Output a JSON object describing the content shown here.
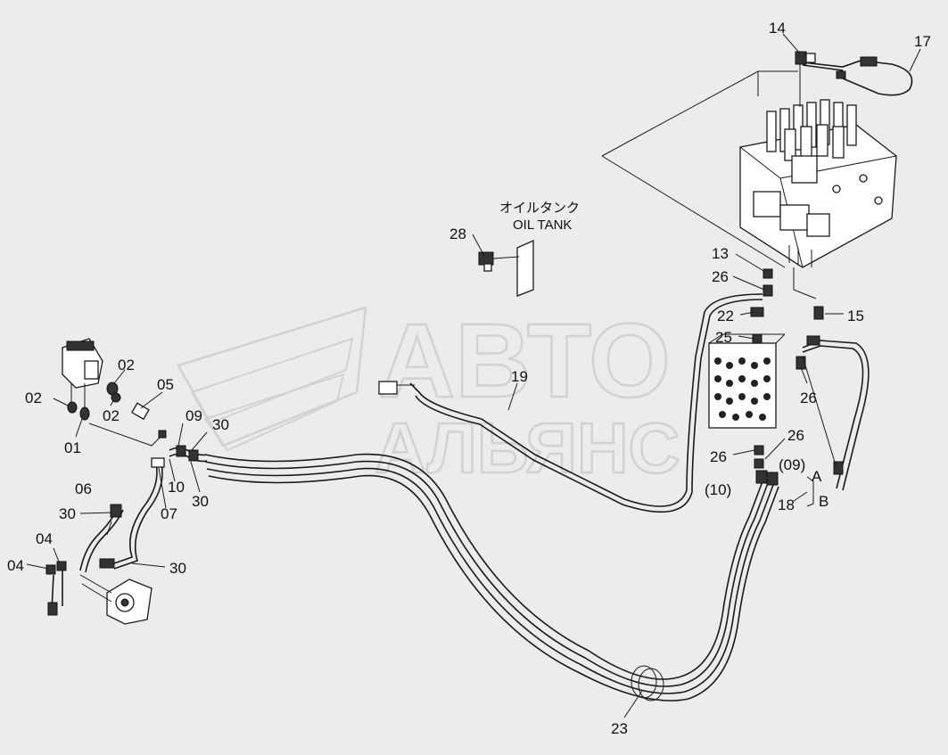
{
  "oil_tank": {
    "jp": "オイルタンク",
    "en": "OIL TANK"
  },
  "watermark": {
    "line1": "АВТО",
    "line2": "АЛЬЯНС"
  },
  "callouts": {
    "c14": "14",
    "c17": "17",
    "c13": "13",
    "c26a": "26",
    "c22": "22",
    "c25": "25",
    "c15": "15",
    "c26b": "26",
    "c28": "28",
    "c19": "19",
    "c26c": "26",
    "c26d": "26",
    "c09p": "(09)",
    "c10p": "(10)",
    "cA": "A",
    "cB": "B",
    "c18": "18",
    "c23": "23",
    "c02a": "02",
    "c02b": "02",
    "c02c": "02",
    "c01": "01",
    "c05": "05",
    "c09": "09",
    "c30a": "30",
    "c10": "10",
    "c30b": "30",
    "c06": "06",
    "c30c": "30",
    "c07": "07",
    "c04a": "04",
    "c04b": "04",
    "c30d": "30"
  }
}
